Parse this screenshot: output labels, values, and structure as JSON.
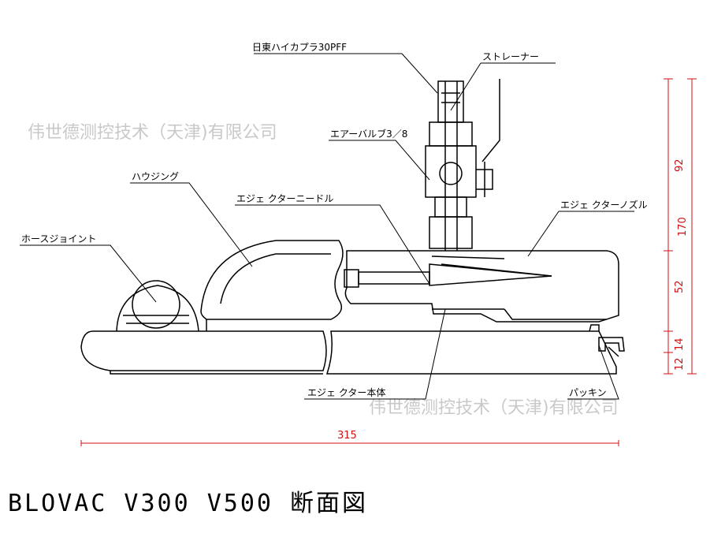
{
  "watermark": "伟世德测控技术（天津)有限公司",
  "title": "BLOVAC  V300  V500  断面図",
  "labels": {
    "hose_coupler": "日東ハイカプラ30PFF",
    "strainer": "ストレーナー",
    "air_valve": "エアーバルブ3／8",
    "housing": "ハウジング",
    "ejector_needle": "エジェ クターニードル",
    "ejector_nozzle": "エジェ クターノズル",
    "hose_joint": "ホースジョイント",
    "ejector_body": "エジェ クター本体",
    "packing": "パッキン"
  },
  "dimensions": {
    "width": "315",
    "total_height": "170",
    "h1": "92",
    "h2": "52",
    "h3": "12",
    "h4": "14"
  }
}
